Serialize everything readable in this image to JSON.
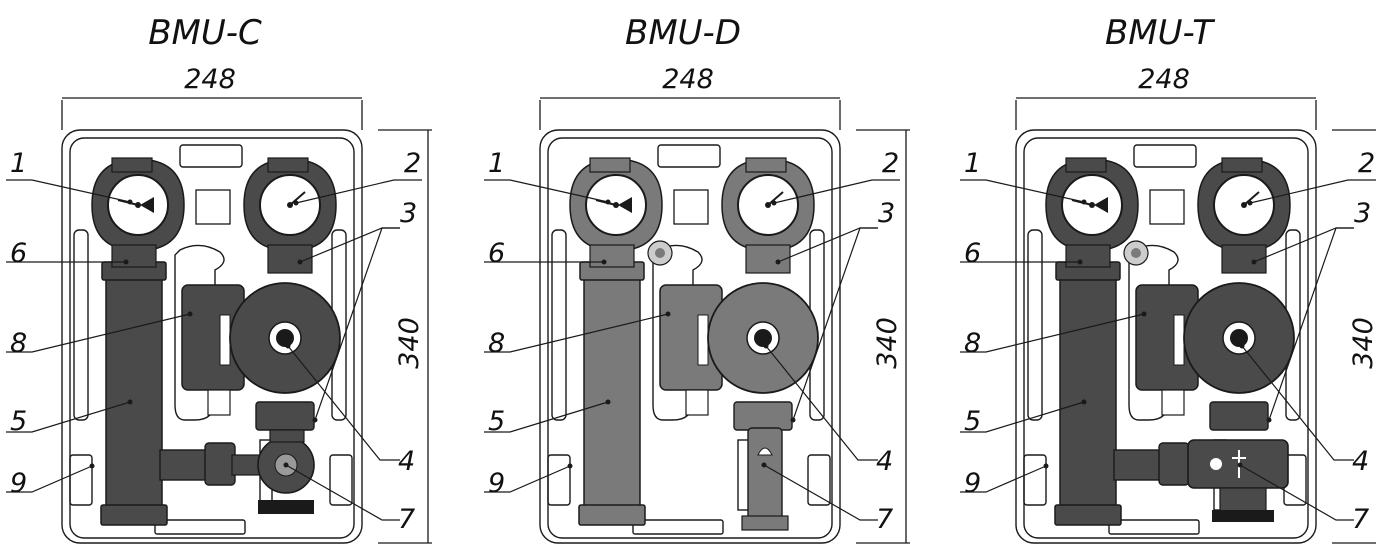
{
  "colors": {
    "line": "#1a1a1a",
    "dark_body": "#4a4a4a",
    "grey_body": "#7a7a7a",
    "light_frame": "#ffffff"
  },
  "diagrams": [
    {
      "title": "BMU-C",
      "dim_width": "248",
      "dim_height": "340",
      "labels": {
        "l1": "1",
        "l2": "2",
        "l3": "3",
        "l4": "4",
        "l5": "5",
        "l6": "6",
        "l7": "7",
        "l8": "8",
        "l9": "9"
      }
    },
    {
      "title": "BMU-D",
      "dim_width": "248",
      "dim_height": "340",
      "labels": {
        "l1": "1",
        "l2": "2",
        "l3": "3",
        "l4": "4",
        "l5": "5",
        "l6": "6",
        "l7": "7",
        "l8": "8",
        "l9": "9"
      }
    },
    {
      "title": "BMU-T",
      "dim_width": "248",
      "dim_height": "340",
      "labels": {
        "l1": "1",
        "l2": "2",
        "l3": "3",
        "l4": "4",
        "l5": "5",
        "l6": "6",
        "l7": "7",
        "l8": "8",
        "l9": "9"
      }
    }
  ]
}
